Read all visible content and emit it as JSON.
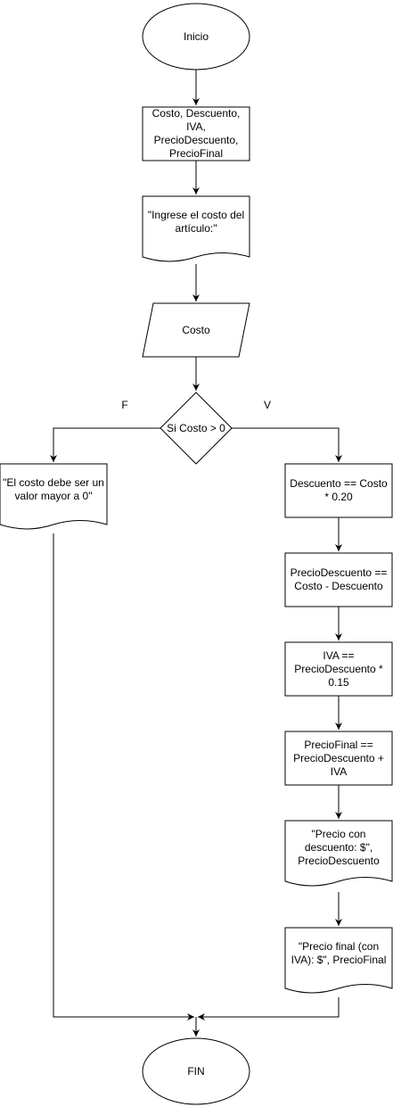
{
  "nodes": {
    "start": "Inicio",
    "declare": "Costo, Descuento, IVA, PrecioDescuento, PrecioFinal",
    "prompt": "\"Ingrese el costo del artículo:\"",
    "input": "Costo",
    "decision": "Si Costo > 0",
    "error": "\"El costo debe ser un valor mayor a 0\"",
    "calc_descuento": "Descuento == Costo * 0.20",
    "calc_precio_descuento": "PrecioDescuento == Costo - Descuento",
    "calc_iva": "IVA == PrecioDescuento * 0.15",
    "calc_precio_final": "PrecioFinal == PrecioDescuento + IVA",
    "out_descuento": "\"Precio con descuento: $\", PrecioDescuento",
    "out_final": "\"Precio final (con IVA): $\", PrecioFinal",
    "end": "FIN"
  },
  "branches": {
    "false": "F",
    "true": "V"
  },
  "colors": {
    "stroke": "#000000",
    "fill": "#ffffff"
  }
}
